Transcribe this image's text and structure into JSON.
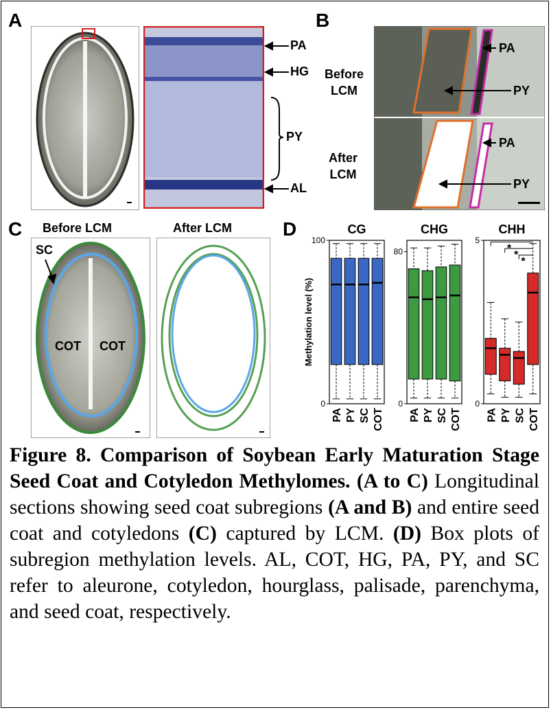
{
  "panels": {
    "A": {
      "letter": "A",
      "labels": [
        "PA",
        "HG",
        "PY",
        "AL"
      ]
    },
    "B": {
      "letter": "B",
      "before": "Before\nLCM",
      "after": "After\nLCM",
      "labels": [
        "PA",
        "PY",
        "PA",
        "PY"
      ]
    },
    "C": {
      "letter": "C",
      "before_title": "Before LCM",
      "after_title": "After LCM",
      "sc": "SC",
      "cot_left": "COT",
      "cot_right": "COT"
    },
    "D": {
      "letter": "D"
    }
  },
  "caption": {
    "title": "Figure 8.  Comparison of Soybean Early Maturation Stage Seed Coat and Cotyledon Methylomes.",
    "ac_ref": "(A to C)",
    "t1": " Longitudinal sections showing seed coat subregions ",
    "ab_ref": "(A and B)",
    "t2": " and entire seed coat and cotyledons ",
    "c_ref": "(C)",
    "t3": " captured by LCM. ",
    "d_ref": "(D)",
    "t4": " Box plots of subregion methylation levels.  AL, COT, HG, PA, PY, and SC refer to aleurone, cotyledon, hourglass, palisade, parenchyma, and seed coat, respectively."
  },
  "chart_data": [
    {
      "type": "box",
      "title": "CG",
      "ylabel": "Methylation level (%)",
      "ylim": [
        0,
        100
      ],
      "yticks": [
        0,
        100
      ],
      "categories": [
        "PA",
        "PY",
        "SC",
        "COT"
      ],
      "color": "#3a68c4",
      "boxes": [
        {
          "whisker_low": 3,
          "q1": 24,
          "median": 73,
          "q3": 89,
          "whisker_high": 98
        },
        {
          "whisker_low": 3,
          "q1": 24,
          "median": 73,
          "q3": 89,
          "whisker_high": 98
        },
        {
          "whisker_low": 3,
          "q1": 24,
          "median": 73,
          "q3": 89,
          "whisker_high": 98
        },
        {
          "whisker_low": 3,
          "q1": 24,
          "median": 74,
          "q3": 89,
          "whisker_high": 98
        }
      ]
    },
    {
      "type": "box",
      "title": "CHG",
      "ylim": [
        0,
        86
      ],
      "yticks": [
        0,
        80
      ],
      "categories": [
        "PA",
        "PY",
        "SC",
        "COT"
      ],
      "color": "#3d9a40",
      "boxes": [
        {
          "whisker_low": 3,
          "q1": 13,
          "median": 56,
          "q3": 71,
          "whisker_high": 82
        },
        {
          "whisker_low": 3,
          "q1": 13,
          "median": 55,
          "q3": 70,
          "whisker_high": 82
        },
        {
          "whisker_low": 3,
          "q1": 13,
          "median": 56,
          "q3": 72,
          "whisker_high": 83
        },
        {
          "whisker_low": 3,
          "q1": 12,
          "median": 57,
          "q3": 73,
          "whisker_high": 84
        }
      ]
    },
    {
      "type": "box",
      "title": "CHH",
      "ylim": [
        0,
        5
      ],
      "yticks": [
        0,
        5
      ],
      "categories": [
        "PA",
        "PY",
        "SC",
        "COT"
      ],
      "color": "#d42a2a",
      "boxes": [
        {
          "whisker_low": 0.3,
          "q1": 0.9,
          "median": 1.7,
          "q3": 2.0,
          "whisker_high": 3.1
        },
        {
          "whisker_low": 0.2,
          "q1": 0.7,
          "median": 1.5,
          "q3": 1.7,
          "whisker_high": 2.6
        },
        {
          "whisker_low": 0.2,
          "q1": 0.6,
          "median": 1.4,
          "q3": 1.6,
          "whisker_high": 2.5
        },
        {
          "whisker_low": 0.3,
          "q1": 1.2,
          "median": 3.4,
          "q3": 4.0,
          "whisker_high": 4.9
        }
      ],
      "significance": [
        "*",
        "*",
        "*"
      ]
    }
  ]
}
